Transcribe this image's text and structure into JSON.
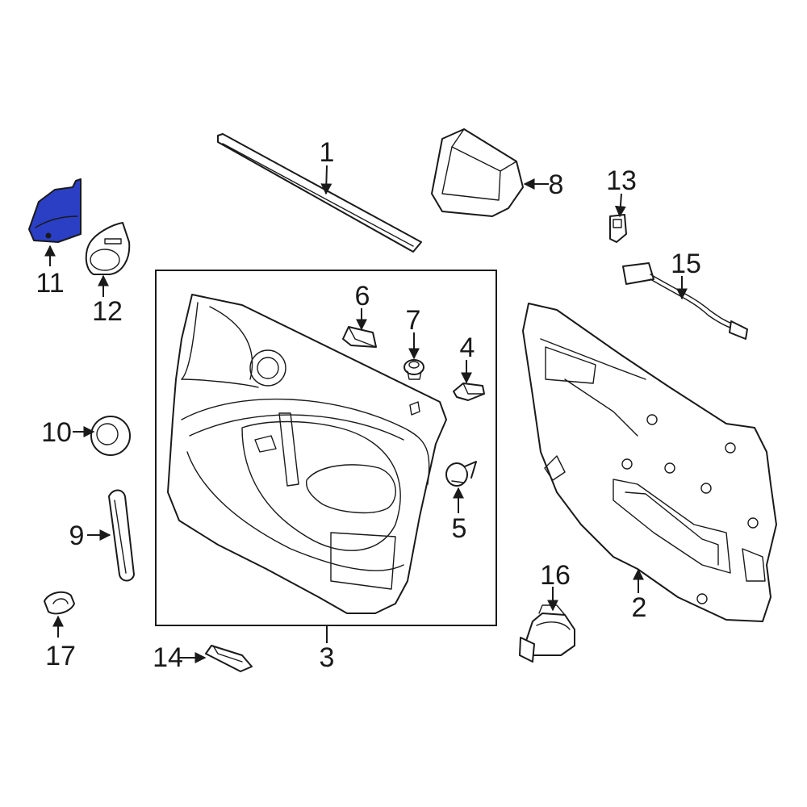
{
  "diagram": {
    "highlight_color": "#2a3fc4",
    "line_color": "#1a1a1a",
    "callouts": [
      {
        "id": "c1",
        "label": "1"
      },
      {
        "id": "c2",
        "label": "2"
      },
      {
        "id": "c3",
        "label": "3"
      },
      {
        "id": "c4",
        "label": "4"
      },
      {
        "id": "c5",
        "label": "5"
      },
      {
        "id": "c6",
        "label": "6"
      },
      {
        "id": "c7",
        "label": "7"
      },
      {
        "id": "c8",
        "label": "8"
      },
      {
        "id": "c9",
        "label": "9"
      },
      {
        "id": "c10",
        "label": "10"
      },
      {
        "id": "c11",
        "label": "11"
      },
      {
        "id": "c12",
        "label": "12"
      },
      {
        "id": "c13",
        "label": "13"
      },
      {
        "id": "c14",
        "label": "14"
      },
      {
        "id": "c15",
        "label": "15"
      },
      {
        "id": "c16",
        "label": "16"
      },
      {
        "id": "c17",
        "label": "17"
      }
    ]
  }
}
